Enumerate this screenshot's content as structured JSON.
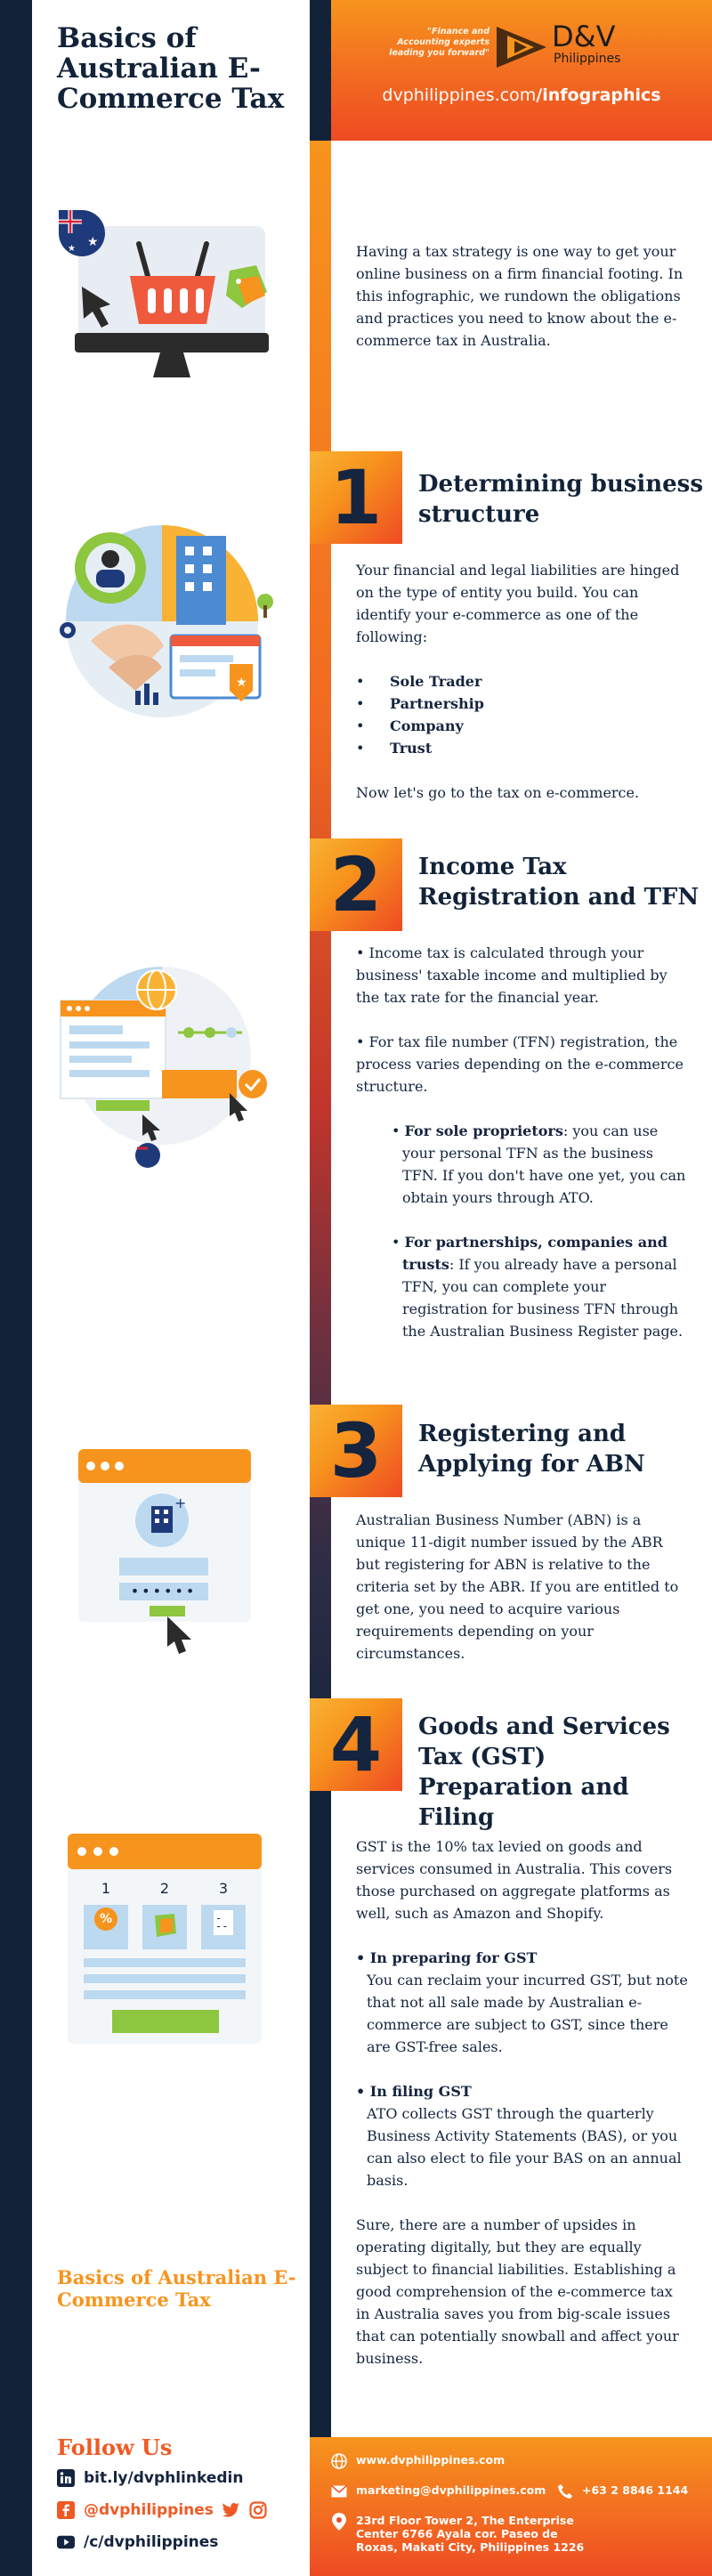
{
  "header": {
    "title": "Basics of Australian E-Commerce Tax",
    "tagline": "\"Finance and Accounting experts leading you forward\"",
    "brand_name": "D&V",
    "brand_sub": "Philippines",
    "url_main": "dvphilippines.com",
    "url_path": "/infographics"
  },
  "intro": {
    "text": "Having a tax strategy is one way to get your online business on a firm financial footing. In this infographic, we rundown the obligations and practices you need to know about the e-commerce tax in Australia."
  },
  "section1": {
    "number": "1",
    "title": "Determining business structure",
    "paragraph": "Your financial and legal liabilities are hinged on the type of entity you build. You can identify your e-commerce as one of the following:",
    "entities": [
      "Sole Trader",
      "Partnership",
      "Company",
      "Trust"
    ],
    "closing": "Now let's go to the tax on e-commerce."
  },
  "section2": {
    "number": "2",
    "title": "Income Tax Registration and TFN",
    "point1": "• Income tax is calculated through your business' taxable income and multiplied by the tax rate for the financial year.",
    "point2": "• For tax file number (TFN) registration, the process varies depending on the e-commerce structure.",
    "sub1_lead": "For sole proprietors",
    "sub1_text": ": you can use your personal TFN as the business TFN.  If you don't have one yet, you can obtain yours through ATO.",
    "sub2_lead": "For partnerships, companies and trusts",
    "sub2_text": ": If you already have a personal TFN, you can complete your registration for business TFN through the Australian Business Register page."
  },
  "section3": {
    "number": "3",
    "title": "Registering and Applying for ABN",
    "paragraph": "Australian Business Number (ABN) is a unique 11-digit number issued by the ABR but registering for ABN is relative to the criteria set by the ABR. If you are entitled to get one, you need to acquire various requirements depending on your circumstances.",
    "password_mask": "••••••"
  },
  "section4": {
    "number": "4",
    "title": "Goods and Services Tax (GST) Preparation and Filing",
    "paragraph": "GST is the 10% tax levied on goods and services consumed in Australia. This covers those purchased on aggregate platforms as well, such as Amazon and Shopify.",
    "sub1_lead": "• In preparing for GST",
    "sub1_text": "You can reclaim your incurred GST, but note that not all sale made by Australian e-commerce are subject to GST, since there are GST-free sales.",
    "sub2_lead": "• In filing GST",
    "sub2_text": "ATO collects GST through the quarterly Business Activity Statements (BAS), or you can also elect to file your BAS on an annual basis.",
    "closing": "Sure, there are a number of upsides in operating digitally, but they are equally subject to financial liabilities. Establishing a good comprehension of the e-commerce tax in Australia saves you from big-scale issues that can potentially snowball and affect your business.",
    "steps": [
      "1",
      "2",
      "3"
    ],
    "percent_symbol": "%"
  },
  "side_title": "Basics of Australian E-Commerce Tax",
  "footer": {
    "follow_title": "Follow Us",
    "linkedin": "bit.ly/dvphlinkedin",
    "social_handle": "@dvphilippines",
    "youtube": "/c/dvphilippines",
    "website": "www.dvphilippines.com",
    "email": "marketing@dvphilippines.com",
    "phone": "+63 2 8846 1144",
    "address": "23rd Floor Tower 2, The Enterprise Center 6766 Ayala cor. Paseo de Roxas, Makati City, Philippines 1226"
  },
  "colors": {
    "navy": "#122339",
    "orange": "#f7941d",
    "deep_orange": "#ef4a23",
    "green": "#8dc63f",
    "light_blue": "#bcd9f0"
  }
}
